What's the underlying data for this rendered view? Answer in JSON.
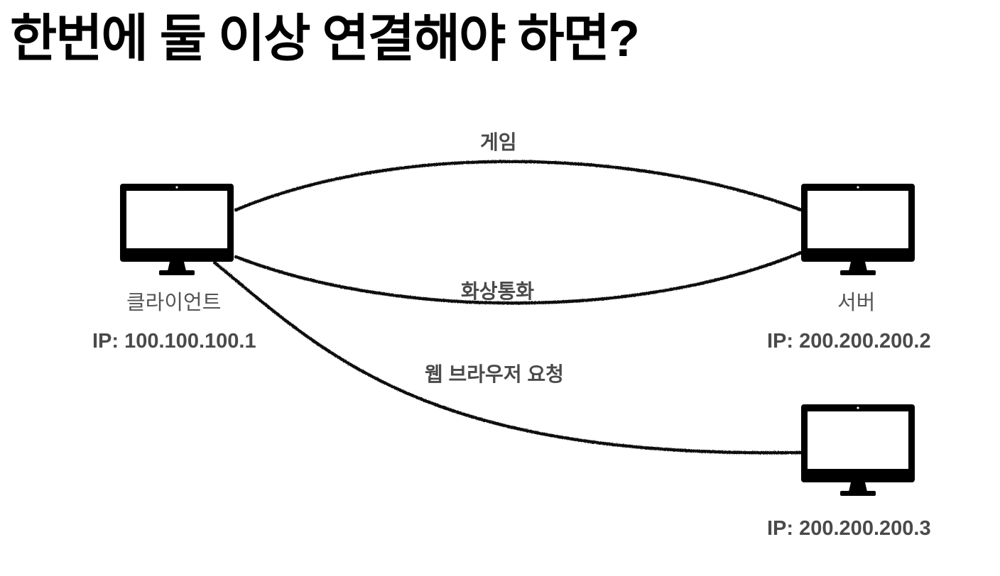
{
  "title": "한번에 둘 이상 연결해야 하면?",
  "connections": {
    "game": "게임",
    "video_call": "화상통화",
    "web_request": "웹 브라우저 요청"
  },
  "client": {
    "name": "클라이언트",
    "ip": "IP: 100.100.100.1",
    "icon": "monitor-icon"
  },
  "server": {
    "name": "서버",
    "ip": "IP: 200.200.200.2",
    "icon": "monitor-icon"
  },
  "server2": {
    "ip": "IP: 200.200.200.3",
    "icon": "monitor-icon"
  },
  "colors": {
    "title": "#000000",
    "labels": "#4a4a4a",
    "wires": "#111111",
    "monitor": "#000000"
  }
}
